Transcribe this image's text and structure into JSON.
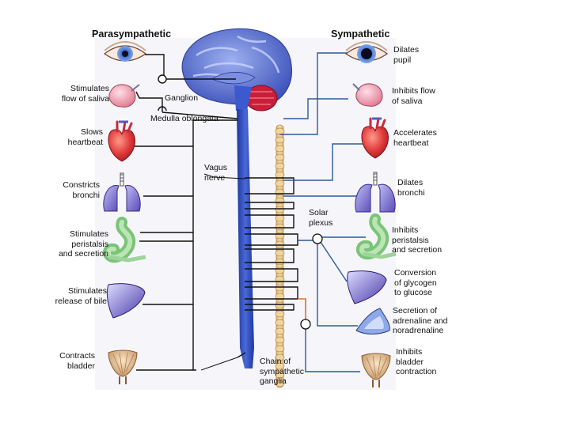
{
  "headers": {
    "parasympathetic": "Parasympathetic",
    "sympathetic": "Sympathetic"
  },
  "labels": {
    "ganglion": "Ganglion",
    "medulla": "Medulla oblongata",
    "vagus": "Vagus\nnerve",
    "solar": "Solar\nplexus",
    "chain": "Chain of\nsympathetic\nganglia"
  },
  "parasympathetic": {
    "saliva": "Stimulates\nflow of saliva",
    "heart": "Slows\nheartbeat",
    "bronchi": "Constricts\nbronchi",
    "stomach": "Stimulates\nperistalsis\nand secretion",
    "liver": "Stimulates\nrelease of bile",
    "bladder": "Contracts\nbladder"
  },
  "sympathetic": {
    "pupil": "Dilates\npupil",
    "saliva": "Inhibits flow\nof saliva",
    "heart": "Accelerates\nheartbeat",
    "bronchi": "Dilates\nbronchi",
    "stomach": "Inhibits\nperistalsis\nand secretion",
    "liver": "Conversion\nof glycogen\nto glucose",
    "adrenal": "Secretion of\nadrenaline and\nnoradrenaline",
    "bladder": "Inhibits\nbladder\ncontraction"
  },
  "icons": [
    "eye-icon",
    "salivary-gland-icon",
    "heart-icon",
    "lungs-icon",
    "stomach-icon",
    "liver-icon",
    "adrenal-gland-icon",
    "bladder-icon",
    "brain-icon",
    "spinal-cord-icon"
  ],
  "colors": {
    "nerve_line": "#000000",
    "symp_line": "#2a5a9a",
    "cord": "#2f4fb8",
    "chain": "#e8c890",
    "organ_red": "#d43838",
    "organ_purple": "#6b6bc8",
    "organ_green": "#9ed49a",
    "bladder": "#e8c8a0"
  }
}
